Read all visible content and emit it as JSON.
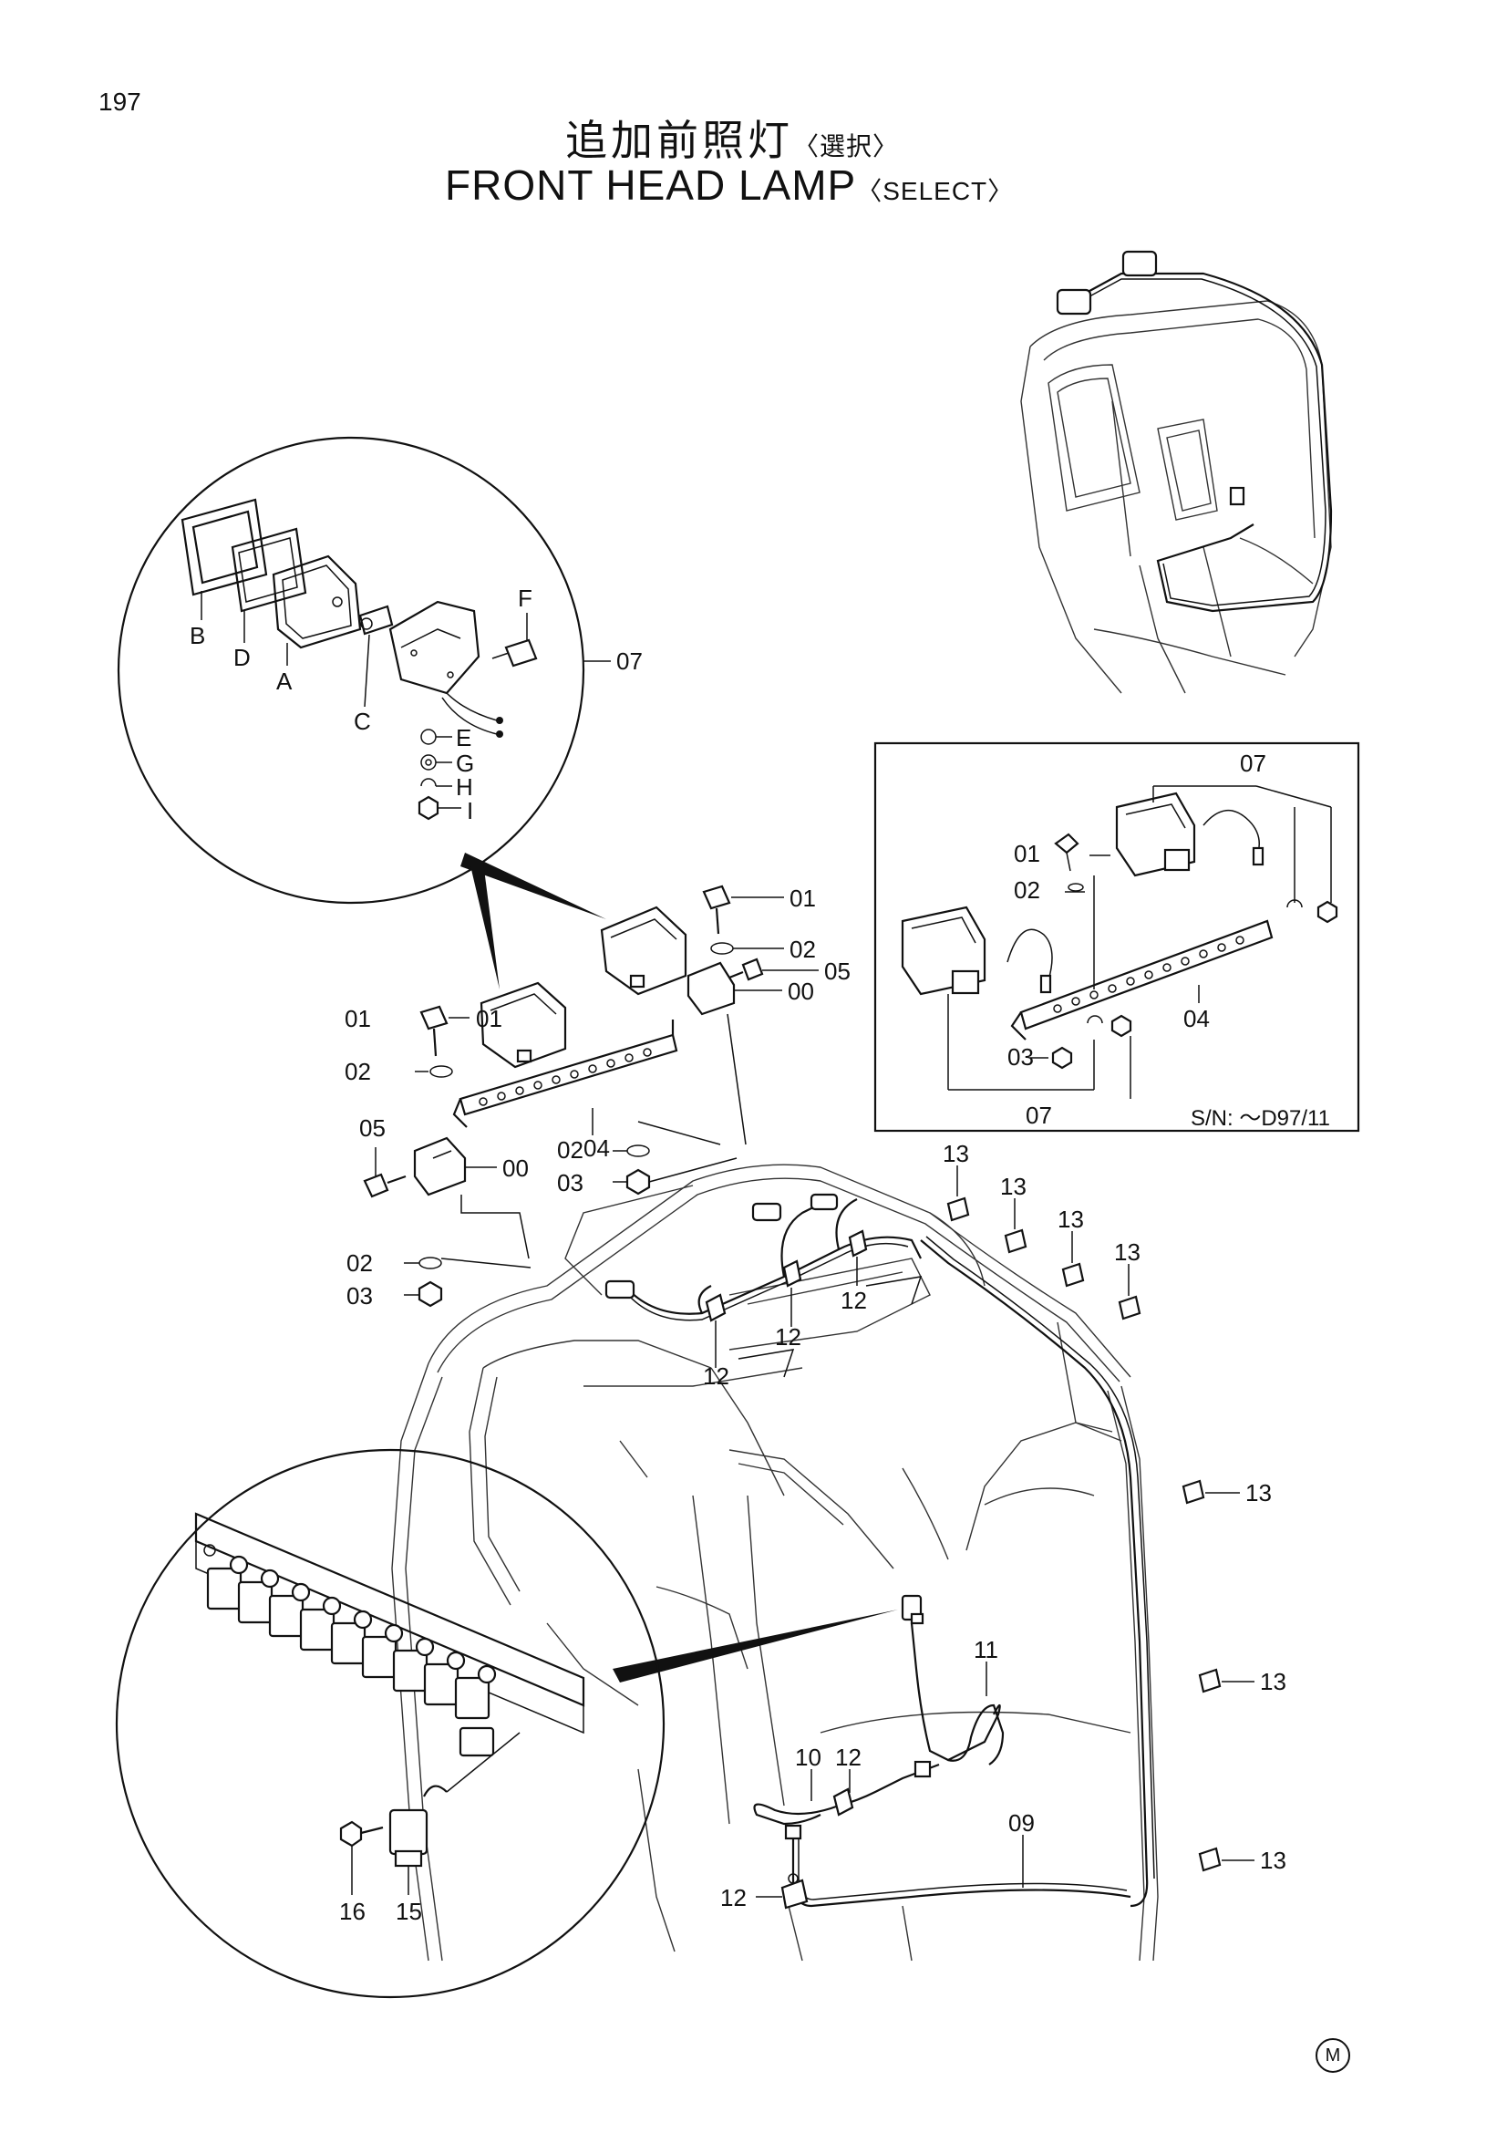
{
  "page_number": "197",
  "title": {
    "jp": "追加前照灯",
    "jp_sub": "〈選択〉",
    "en": "FRONT HEAD LAMP",
    "en_sub": "〈SELECT〉"
  },
  "serial_note": "S/N: ～D97/11",
  "mark": "M",
  "callouts": {
    "b": "B",
    "d": "D",
    "a": "A",
    "c": "C",
    "f": "F",
    "e": "E",
    "g": "G",
    "h": "H",
    "i": "I",
    "p07_detail": "07",
    "p01_main": "01",
    "p02_main": "02",
    "p05_main": "05",
    "p00_main": "00",
    "p01_left": "01",
    "p02_left": "02",
    "p04_left": "04",
    "p05_left": "05",
    "p00_left": "00",
    "p02_mid": "02",
    "p03_mid": "03",
    "p02_low": "02",
    "p03_low": "03",
    "p12_a": "12",
    "p12_b": "12",
    "p12_c": "12",
    "p13_a": "13",
    "p13_b": "13",
    "p13_c": "13",
    "p13_d": "13",
    "p13_e": "13",
    "p13_f": "13",
    "p13_g": "13",
    "p11": "11",
    "p10": "10",
    "p12_d": "12",
    "p09": "09",
    "p12_e": "12",
    "p16": "16",
    "p15": "15",
    "inset_07_top": "07",
    "inset_01": "01",
    "inset_02": "02",
    "inset_04": "04",
    "inset_03": "03",
    "inset_07_bottom": "07"
  }
}
